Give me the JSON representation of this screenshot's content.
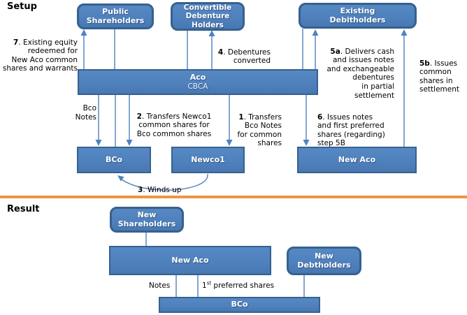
{
  "colors": {
    "box_fill": "#4f81bd",
    "box_border": "#36618f",
    "connector": "#4f81bd",
    "divider": "#ee9445"
  },
  "setup": {
    "title": "Setup",
    "boxes": {
      "public_shareholders": "Public\nShareholders",
      "convertible_debenture_holders": "Convertible\nDebenture\nHolders",
      "existing_debitholders": "Existing\nDebitholders",
      "aco": {
        "name": "Aco",
        "subtitle": "CBCA"
      },
      "bco": "BCo",
      "newco1": "Newco1",
      "new_aco": "New Aco"
    },
    "labels": {
      "step7": {
        "num": "7",
        "text": ". Existing equity\nredeemed for\nNew Aco common\nshares and warrants"
      },
      "step4": {
        "num": "4",
        "text": ". Debentures\nconverted"
      },
      "step5a": {
        "num": "5a",
        "text": ". Delivers cash\nand issues notes\nand exchangeable\ndebentures\nin partial\nsettlement"
      },
      "step5b": {
        "num": "5b",
        "text": ". Issues\ncommon\nshares in\nsettlement"
      },
      "bco_notes": "Bco\nNotes",
      "step2": {
        "num": "2",
        "text": ". Transfers Newco1\ncommon shares for\nBco common shares"
      },
      "step1": {
        "num": "1",
        "text": ". Transfers\nBco Notes\nfor common\nshares"
      },
      "step6": {
        "num": "6",
        "text": ". Issues notes\nand first preferred\nshares (regarding)\nstep 5B"
      },
      "step3": {
        "num": "3",
        "text": ". Winds up"
      }
    }
  },
  "result": {
    "title": "Result",
    "boxes": {
      "new_shareholders": "New\nShareholders",
      "new_aco": "New Aco",
      "new_debtholders": "New\nDebtholders",
      "bco": "BCo"
    },
    "labels": {
      "notes": "Notes",
      "preferred": {
        "base": "1",
        "sup": "st",
        "rest": " preferred shares"
      }
    }
  }
}
